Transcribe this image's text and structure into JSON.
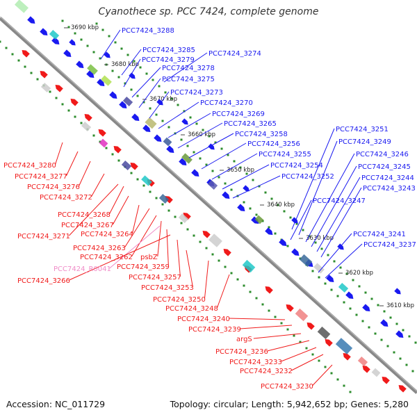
{
  "title": "Cyanothece sp. PCC 7424, complete genome",
  "footer": {
    "accession": "Accession: NC_011729",
    "topology": "Topology: circular; Length: 5,942,652 bp; Genes: 5,280"
  },
  "colors": {
    "forward": "#1a1af0",
    "reverse": "#f01a1a",
    "rna": "#f08cc8",
    "backbone": "#888888",
    "dots": "#2d8c2d"
  },
  "ticks": [
    {
      "label": "3690 kbp"
    },
    {
      "label": "3680 kbp"
    },
    {
      "label": "3670 kbp"
    },
    {
      "label": "3660 kbp"
    },
    {
      "label": "3650 kbp"
    },
    {
      "label": "3640 kbp"
    },
    {
      "label": "3630 kbp"
    },
    {
      "label": "3620 kbp"
    },
    {
      "label": "3610 kbp"
    }
  ],
  "forward_labels": [
    {
      "text": "PCC7424_3288"
    },
    {
      "text": "PCC7424_3285"
    },
    {
      "text": "PCC7424_3274"
    },
    {
      "text": "PCC7424_3279"
    },
    {
      "text": "PCC7424_3278"
    },
    {
      "text": "PCC7424_3275"
    },
    {
      "text": "PCC7424_3273"
    },
    {
      "text": "PCC7424_3270"
    },
    {
      "text": "PCC7424_3269"
    },
    {
      "text": "PCC7424_3265"
    },
    {
      "text": "PCC7424_3258"
    },
    {
      "text": "PCC7424_3251"
    },
    {
      "text": "PCC7424_3256"
    },
    {
      "text": "PCC7424_3249"
    },
    {
      "text": "PCC7424_3255"
    },
    {
      "text": "PCC7424_3246"
    },
    {
      "text": "PCC7424_3254"
    },
    {
      "text": "PCC7424_3245"
    },
    {
      "text": "PCC7424_3252"
    },
    {
      "text": "PCC7424_3244"
    },
    {
      "text": "PCC7424_3243"
    },
    {
      "text": "PCC7424_3247"
    },
    {
      "text": "PCC7424_3241"
    },
    {
      "text": "PCC7424_3237"
    }
  ],
  "reverse_labels": [
    {
      "text": "PCC7424_3280"
    },
    {
      "text": "PCC7424_3277"
    },
    {
      "text": "PCC7424_3276"
    },
    {
      "text": "PCC7424_3272"
    },
    {
      "text": "PCC7424_3268"
    },
    {
      "text": "PCC7424_3267"
    },
    {
      "text": "PCC7424_3271"
    },
    {
      "text": "PCC7424_3264"
    },
    {
      "text": "PCC7424_3263"
    },
    {
      "text": "PCC7424_3262"
    },
    {
      "text": "psbZ"
    },
    {
      "text": "PCC7424_R0041"
    },
    {
      "text": "PCC7424_3259"
    },
    {
      "text": "PCC7424_3266"
    },
    {
      "text": "PCC7424_3257"
    },
    {
      "text": "PCC7424_3253"
    },
    {
      "text": "PCC7424_3250"
    },
    {
      "text": "PCC7424_3248"
    },
    {
      "text": "PCC7424_3240"
    },
    {
      "text": "PCC7424_3239"
    },
    {
      "text": "argS"
    },
    {
      "text": "PCC7424_3236"
    },
    {
      "text": "PCC7424_3233"
    },
    {
      "text": "PCC7424_3232"
    },
    {
      "text": "PCC7424_3230"
    }
  ]
}
